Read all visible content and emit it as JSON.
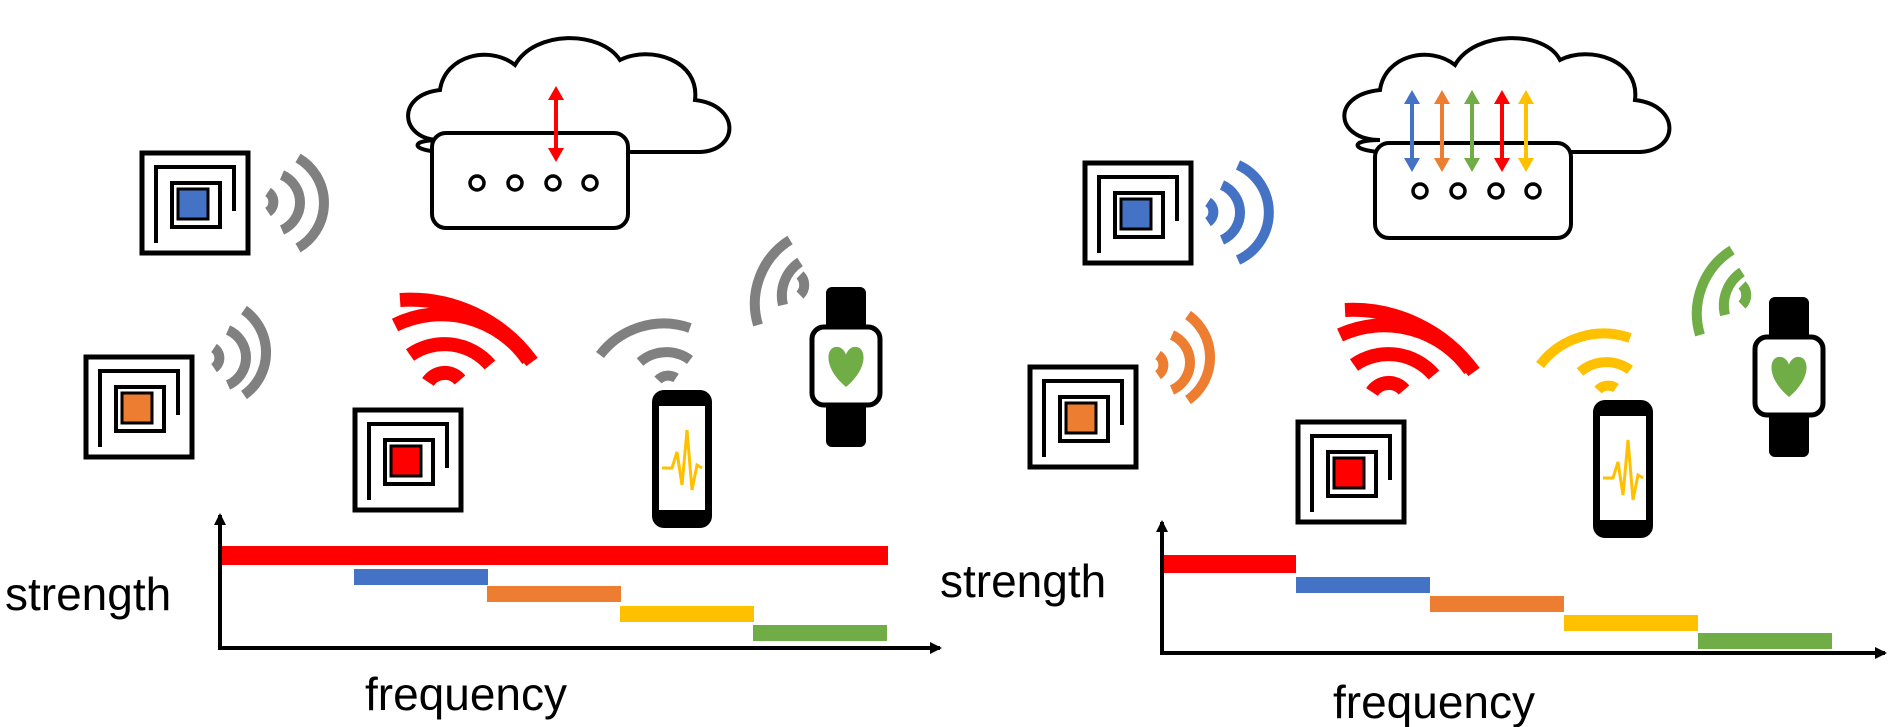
{
  "panels": [
    {
      "id": "left",
      "ylabel": "strength",
      "xlabel": "frequency",
      "colors": {
        "red": "#FF0000",
        "blue": "#4472C4",
        "orange": "#ED7D31",
        "yellow": "#FFC000",
        "green": "#70AD47",
        "gray": "#808080"
      }
    },
    {
      "id": "right",
      "ylabel": "strength",
      "xlabel": "frequency",
      "colors": {
        "red": "#FF0000",
        "blue": "#4472C4",
        "orange": "#ED7D31",
        "yellow": "#FFC000",
        "green": "#70AD47"
      }
    }
  ],
  "icons": {
    "cloud": "cloud-icon",
    "router": "router-icon",
    "sensor": "sensor-chip-icon",
    "phone": "smartphone-icon",
    "watch": "smartwatch-icon",
    "wifi": "wifi-signal-icon",
    "arrow": "double-arrow-icon"
  }
}
